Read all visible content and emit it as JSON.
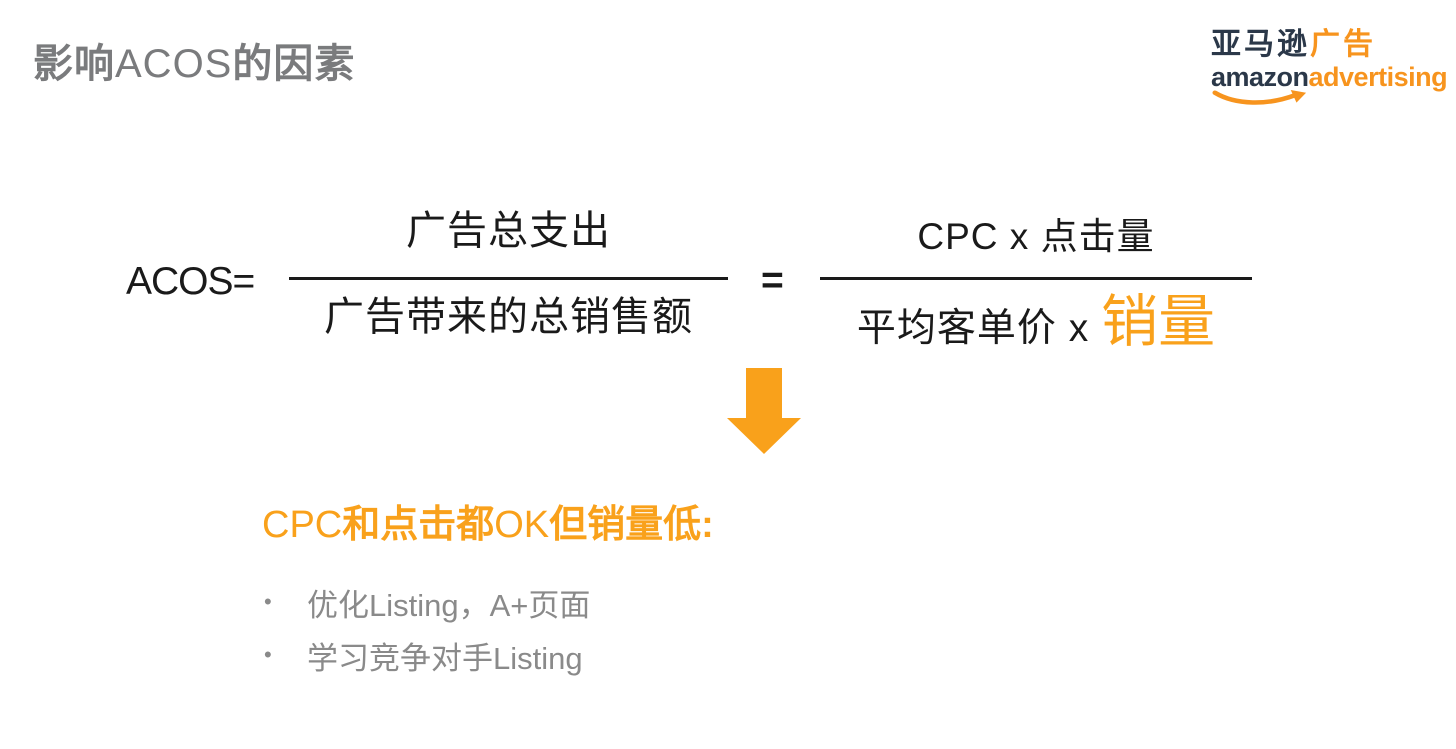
{
  "slide": {
    "title": {
      "bold_left": "影响",
      "regular_mid": "ACOS",
      "bold_right": "的因素"
    },
    "logo": {
      "cn_primary": "亚马逊",
      "cn_accent": "广告",
      "en_primary": "amazon",
      "en_accent": "advertising"
    },
    "formula": {
      "lhs_label": "ACOS=",
      "equals_sign": "=",
      "left_fraction": {
        "numerator": "广告总支出",
        "denominator": "广告带来的总销售额"
      },
      "right_fraction": {
        "numerator": "CPC x 点击量",
        "denominator_prefix": "平均客单价 x ",
        "denominator_highlight": "销量"
      }
    },
    "callout": {
      "heading_part1": "CPC",
      "heading_part2": "和点击都",
      "heading_part3": "OK",
      "heading_part4": "但销量低:",
      "bullets": [
        "优化Listing，A+页面",
        "学习竞争对手Listing"
      ]
    },
    "colors": {
      "accent_orange": "#F9A11B",
      "logo_orange": "#F7941E",
      "logo_navy": "#2B3849",
      "title_gray": "#7A7B7D",
      "bullet_gray": "#8A8A8A",
      "formula_black": "#1A1A1A"
    }
  }
}
